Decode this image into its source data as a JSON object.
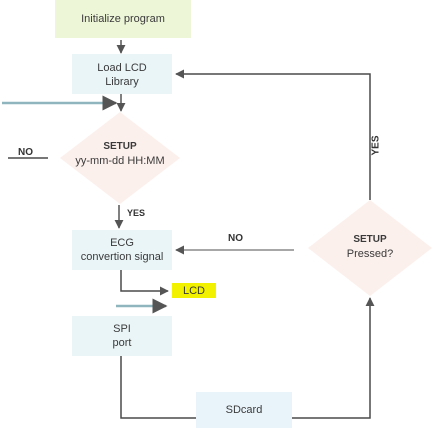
{
  "nodes": {
    "init": {
      "label": "Initialize program"
    },
    "load": {
      "line1": "Load LCD",
      "line2": "Library"
    },
    "setup_main": {
      "line1": "SETUP",
      "line2": "yy-mm-dd HH:MM"
    },
    "ecg": {
      "line1": "ECG",
      "line2": "convertion signal"
    },
    "lcd": {
      "label": "LCD"
    },
    "spi": {
      "line1": "SPI",
      "line2": "port"
    },
    "sdcard": {
      "label": "SDcard"
    },
    "setup_pressed": {
      "line1": "SETUP",
      "line2": "Pressed?"
    }
  },
  "labels": {
    "no_left": "NO",
    "yes_down": "YES",
    "no_right": "NO",
    "yes_up": "YES"
  },
  "colors": {
    "init_fill": "#eef6d8",
    "box_fill": "#eaf5f8",
    "diamond_fill": "#fcf0ec",
    "lcd_fill": "#f2f200",
    "sd_fill": "#e9f4fa",
    "line_gray": "#4a4a4a",
    "arrow_blue": "#8fb6bf"
  }
}
